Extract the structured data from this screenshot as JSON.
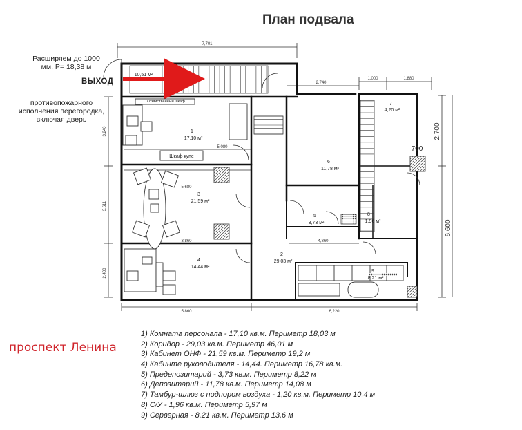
{
  "title": "План подвала",
  "notes": {
    "expand_line1": "Расширяем до 1000",
    "expand_line2": "мм. P= 18,38 м",
    "exit": "ВЫХОД",
    "partition_line1": "противопожарного",
    "partition_line2": "исполнения перегородка,",
    "partition_line3": "включая дверь"
  },
  "street": "проспект Ленина",
  "rooms": [
    {
      "num": "1",
      "area": "17,10 м²"
    },
    {
      "num": "2",
      "area": "29,03 м²"
    },
    {
      "num": "3",
      "area": "21,59 м²"
    },
    {
      "num": "4",
      "area": "14,44 м²"
    },
    {
      "num": "5",
      "area": "3,73 м²"
    },
    {
      "num": "6",
      "area": "11,78 м²"
    },
    {
      "num": "7",
      "area": "4,20 м²"
    },
    {
      "num": "8",
      "area": "1,96 м²"
    },
    {
      "num": "9",
      "area": "8,21 м²"
    }
  ],
  "stair_area": "10,51 м²",
  "labels": {
    "cabinet": "Шкаф купе",
    "wardrobe": "Хозяйственный шкаф",
    "tag700": "700"
  },
  "dims": {
    "top_total": "7,701",
    "top_2740": "2,740",
    "top_1000": "1,000",
    "top_1880": "1,880",
    "d5080": "5,080",
    "d5680": "5,680",
    "d3860": "3,860",
    "d4860": "4,860",
    "bottom_left": "5,860",
    "bottom_right": "6,220",
    "right_2700": "2,700",
    "right_6600": "6,600",
    "left_3240": "3,240",
    "left_3611": "3,611",
    "left_2400": "2,400"
  },
  "legend": [
    "1) Комната персонала - 17,10 кв.м. Периметр 18,03 м",
    "2) Коридор - 29,03 кв.м. Периметр 46,01 м",
    "3) Кабинет ОНФ - 21,59  кв.м. Периметр 19,2 м",
    "4) Кабинте руководителя - 14,44. Периметр 16,78 кв.м.",
    "5) Предепозитарий - 3,73 кв.м. Периметр 8,22 м",
    "6) Депозитарий - 11,78 кв.м. Периметр 14,08 м",
    "7) Тамбур-шлюз с подпором воздуха - 1,20 кв.м. Периметр 10,4 м",
    "8) С/У - 1,96 кв.м. Периметр 5,97 м",
    "9) Серверная - 8,21 кв.м. Периметр 13,6 м"
  ]
}
